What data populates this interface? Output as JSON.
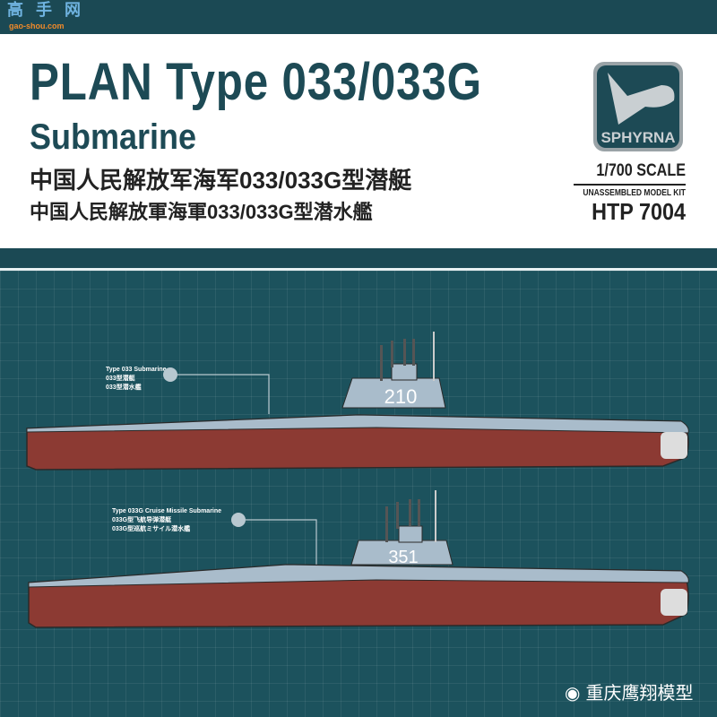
{
  "watermark": {
    "text": "高手网",
    "url": "gao-shou.com"
  },
  "header": {
    "title_en_line1": "PLAN Type 033/033G",
    "title_en_line2": "Submarine",
    "title_cn_simplified": "中国人民解放军海军033/033G型潜艇",
    "title_cn_traditional": "中国人民解放軍海軍033/033G型潜水艦"
  },
  "brand": {
    "logo_text": "SPHYRNA",
    "scale": "1/700 SCALE",
    "kit_type": "UNASSEMBLED MODEL KIT",
    "kit_number": "HTP 7004"
  },
  "submarines": [
    {
      "label_en": "Type 033 Submarine",
      "label_cn": "033型潜艇",
      "label_jp": "033型潜水艦",
      "hull_number": "210"
    },
    {
      "label_en": "Type 033G Cruise Missile Submarine",
      "label_cn": "033G型飞航导弹潜艇",
      "label_jp": "033G型巡航ミサイル潜水艦",
      "hull_number": "351"
    }
  ],
  "colors": {
    "hull_red": "#8c3a33",
    "deck_grey": "#a9bccb",
    "teal": "#1d4a55"
  },
  "footer": {
    "weibo_icon": "weibo-icon",
    "text": "重庆鹰翔模型"
  }
}
